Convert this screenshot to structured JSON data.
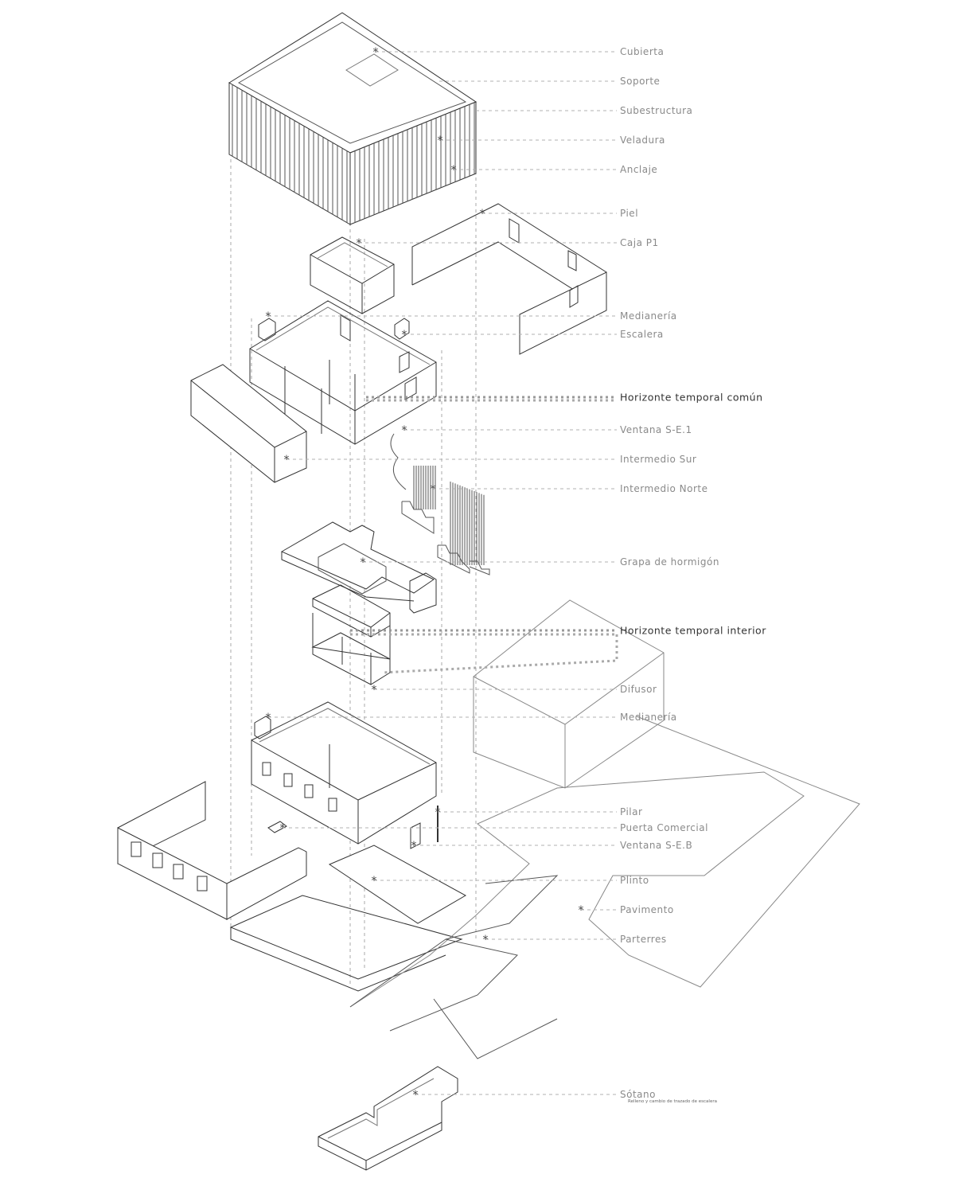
{
  "labels": [
    {
      "text": "Cubierta"
    },
    {
      "text": "Soporte"
    },
    {
      "text": "Subestructura"
    },
    {
      "text": "Veladura"
    },
    {
      "text": "Anclaje"
    },
    {
      "text": "Piel"
    },
    {
      "text": "Caja P1"
    },
    {
      "text": "Medianería"
    },
    {
      "text": "Escalera"
    },
    {
      "text": "Horizonte temporal común"
    },
    {
      "text": "Ventana S-E.1"
    },
    {
      "text": "Intermedio Sur"
    },
    {
      "text": "Intermedio Norte"
    },
    {
      "text": "Grapa de hormigón"
    },
    {
      "text": "Horizonte temporal interior"
    },
    {
      "text": "Difusor"
    },
    {
      "text": "Medianería"
    },
    {
      "text": "Pilar"
    },
    {
      "text": "Puerta Comercial"
    },
    {
      "text": "Ventana S-E.B"
    },
    {
      "text": "Plinto"
    },
    {
      "text": "Pavimento"
    },
    {
      "text": "Parterres"
    },
    {
      "text": "Sótano"
    }
  ],
  "sotano_note": "Relleno y cambio de trazado de escalera",
  "marker": "*",
  "colors": {
    "line": "#333333",
    "leader": "#b0b0b0",
    "label": "#8a8a8a",
    "emphasis": "#333333"
  }
}
